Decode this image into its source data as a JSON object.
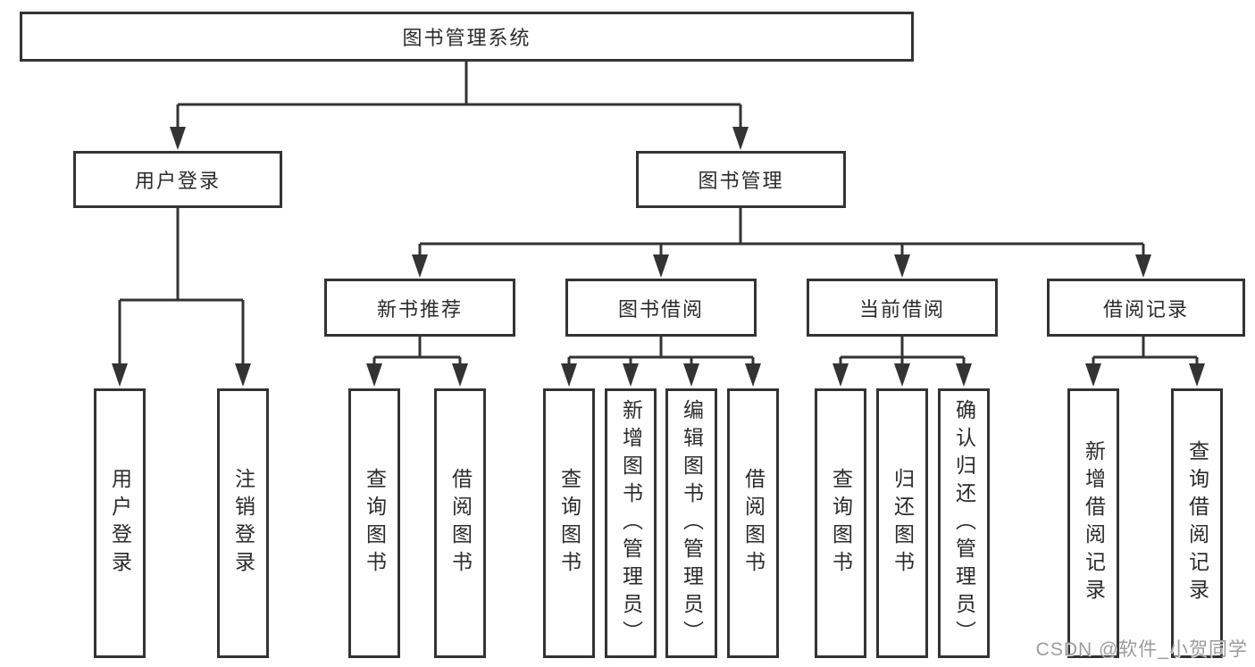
{
  "colors": {
    "line": "#333333",
    "text": "#2b2b2b",
    "watermark": "#9b9b9b",
    "background": "#ffffff"
  },
  "nodes": {
    "root": "图书管理系统",
    "user_login": "用户登录",
    "book_management": "图书管理",
    "new_book_recommendation": "新书推荐",
    "book_borrowing": "图书借阅",
    "current_borrowing": "当前借阅",
    "borrowing_records": "借阅记录",
    "leaf_user_login": "用户登录",
    "leaf_logout_login": "注销登录",
    "leaf_rec_query_books": "查询图书",
    "leaf_rec_borrow_books": "借阅图书",
    "leaf_bb_query_books": "查询图书",
    "leaf_bb_add_books_admin": "新增图书（管理员）",
    "leaf_bb_edit_books_admin": "编辑图书（管理员）",
    "leaf_bb_borrow_books": "借阅图书",
    "leaf_cb_query_books": "查询图书",
    "leaf_cb_return_books": "归还图书",
    "leaf_cb_confirm_return_admin": "确认归还（管理员）",
    "leaf_br_add_record": "新增借阅记录",
    "leaf_br_query_record": "查询借阅记录"
  },
  "watermark": {
    "text": "CSDN @软件_小贺同学"
  }
}
